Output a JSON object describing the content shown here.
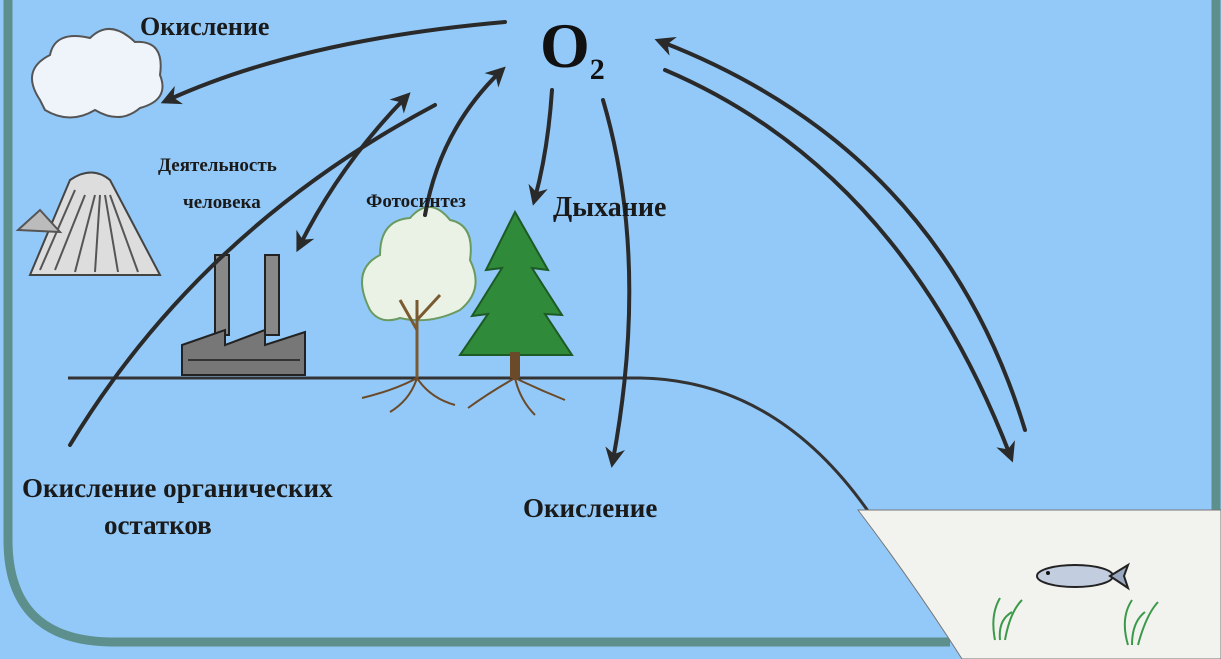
{
  "oxygen": {
    "symbol": "O",
    "subscript": "2"
  },
  "labels": {
    "oxidation_top": "Окисление",
    "human_activity_line1": "Деятельность",
    "human_activity_line2": "человека",
    "photosynthesis": "Фотосинтез",
    "respiration": "Дыхание",
    "organic_oxidation_line1": "Окисление органических",
    "organic_oxidation_line2": "остатков",
    "oxidation_bottom": "Окисление"
  },
  "colors": {
    "sky": "#93c9f8",
    "frame": "#5d8f8d",
    "arrow": "#2a2a2a",
    "water": "#f2f2ee",
    "tree": "#2f8a3a"
  }
}
